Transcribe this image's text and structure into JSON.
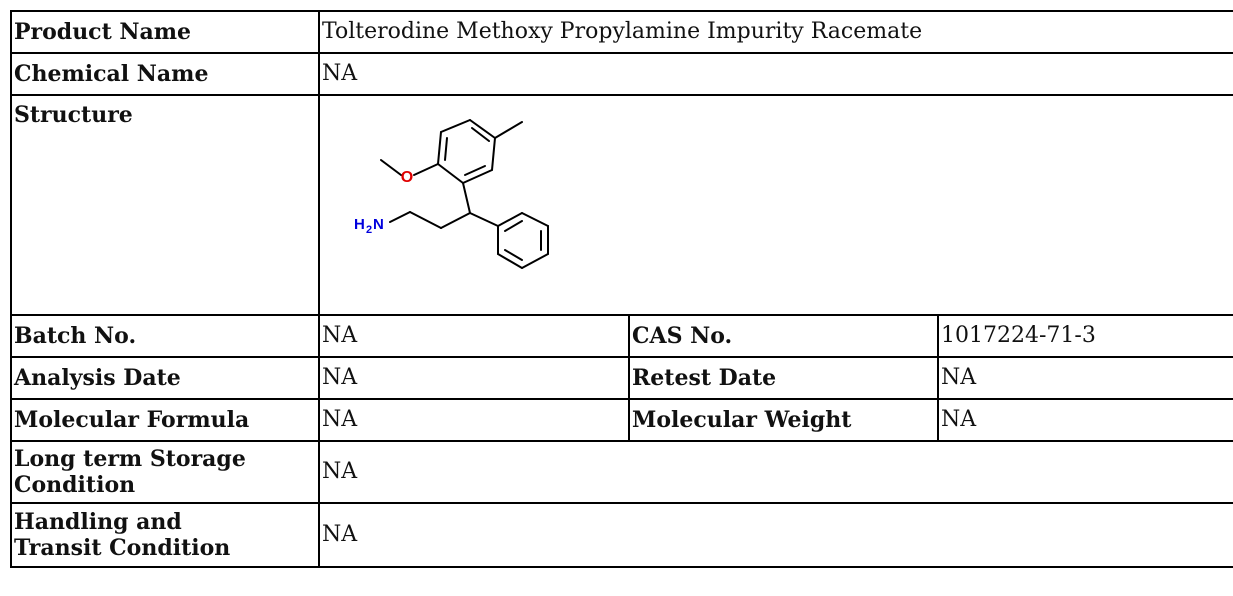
{
  "rows": {
    "product_name": {
      "label": "Product Name",
      "value": "Tolterodine Methoxy Propylamine Impurity Racemate"
    },
    "chemical_name": {
      "label": "Chemical Name",
      "value": "NA"
    },
    "structure": {
      "label": "Structure",
      "atoms": {
        "oxygen": "O",
        "amine": "H",
        "amine_sub": "2",
        "amine_n": "N"
      }
    },
    "batch_no": {
      "label": "Batch No.",
      "value": "NA"
    },
    "cas_no": {
      "label": "CAS No.",
      "value": "1017224-71-3"
    },
    "analysis_date": {
      "label": "Analysis Date",
      "value": "NA"
    },
    "retest_date": {
      "label": "Retest Date",
      "value": "NA"
    },
    "molecular_formula": {
      "label": "Molecular Formula",
      "value": "NA"
    },
    "molecular_weight": {
      "label": "Molecular Weight",
      "value": "NA"
    },
    "storage": {
      "label_line1": "Long term Storage",
      "label_line2": "Condition",
      "value": "NA"
    },
    "handling": {
      "label_line1": "Handling and",
      "label_line2": "Transit Condition",
      "value": "NA"
    }
  },
  "colors": {
    "oxygen": "#e00000",
    "nitrogen": "#0000dd",
    "border": "#000000"
  }
}
